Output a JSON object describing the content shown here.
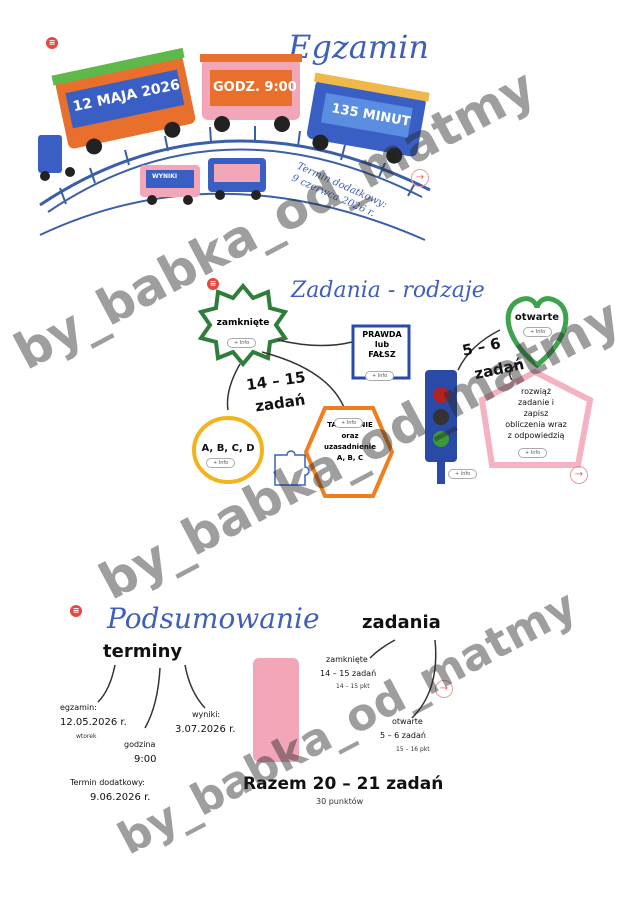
{
  "section1": {
    "title": "Egzamin",
    "wagon_date": "12 MAJA 2026",
    "wagon_time": "GODZ. 9:00",
    "wagon_duration": "135 MINUT",
    "wagon_results": "WYNIKI",
    "extra_line1": "Termin dodatkowy:",
    "extra_line2": "9 czerwca 2026 r."
  },
  "section2": {
    "title": "Zadania - rodzaje",
    "closed_label": "zamknięte",
    "closed_count": "14 – 15",
    "closed_unit": "zadań",
    "true_false": [
      "PRAWDA",
      "lub",
      "FAŁSZ"
    ],
    "abcd": "A, B, C, D",
    "tak_nie": [
      "TAK lub NIE",
      "oraz",
      "uzasadnienie",
      "A, B, C"
    ],
    "open_label": "otwarte",
    "open_count": "5 – 6",
    "open_unit": "zadań",
    "open_desc": [
      "rozwiąż",
      "zadanie i",
      "zapisz",
      "obliczenia wraz",
      "z odpowiedzią"
    ],
    "info_label": "+ Info"
  },
  "section3": {
    "title": "Podsumowanie",
    "terms_heading": "terminy",
    "exam_label": "egzamin:",
    "exam_date": "12.05.2026 r.",
    "exam_day": "wtorek",
    "hour_label": "godzina",
    "hour_value": "9:00",
    "results_label": "wyniki:",
    "results_date": "3.07.2026 r.",
    "extra_label": "Termin dodatkowy:",
    "extra_date": "9.06.2026 r.",
    "tasks_heading": "zadania",
    "closed_label": "zamknięte",
    "closed_count": "14 – 15 zadań",
    "closed_points": "14 – 15 pkt",
    "open_label": "otwarte",
    "open_count": "5 – 6 zadań",
    "open_points": "15 – 16 pkt",
    "total": "Razem 20 – 21 zadań",
    "total_points": "30 punktów"
  },
  "watermark": "by_babka_od_matmy",
  "colors": {
    "title_blue": "#3f5fb8",
    "wagon_orange": "#e8702c",
    "wagon_pink": "#f2a6b8",
    "wagon_blue": "#3a5fc4",
    "star_green": "#2f7d3a",
    "hexagon_orange": "#f07d1e",
    "heart_green": "#3fa34d",
    "pentagon_pink": "#f4b3c2",
    "ellipse_yellow": "#f3b41b",
    "traffic_blue": "#2a4aa8"
  }
}
